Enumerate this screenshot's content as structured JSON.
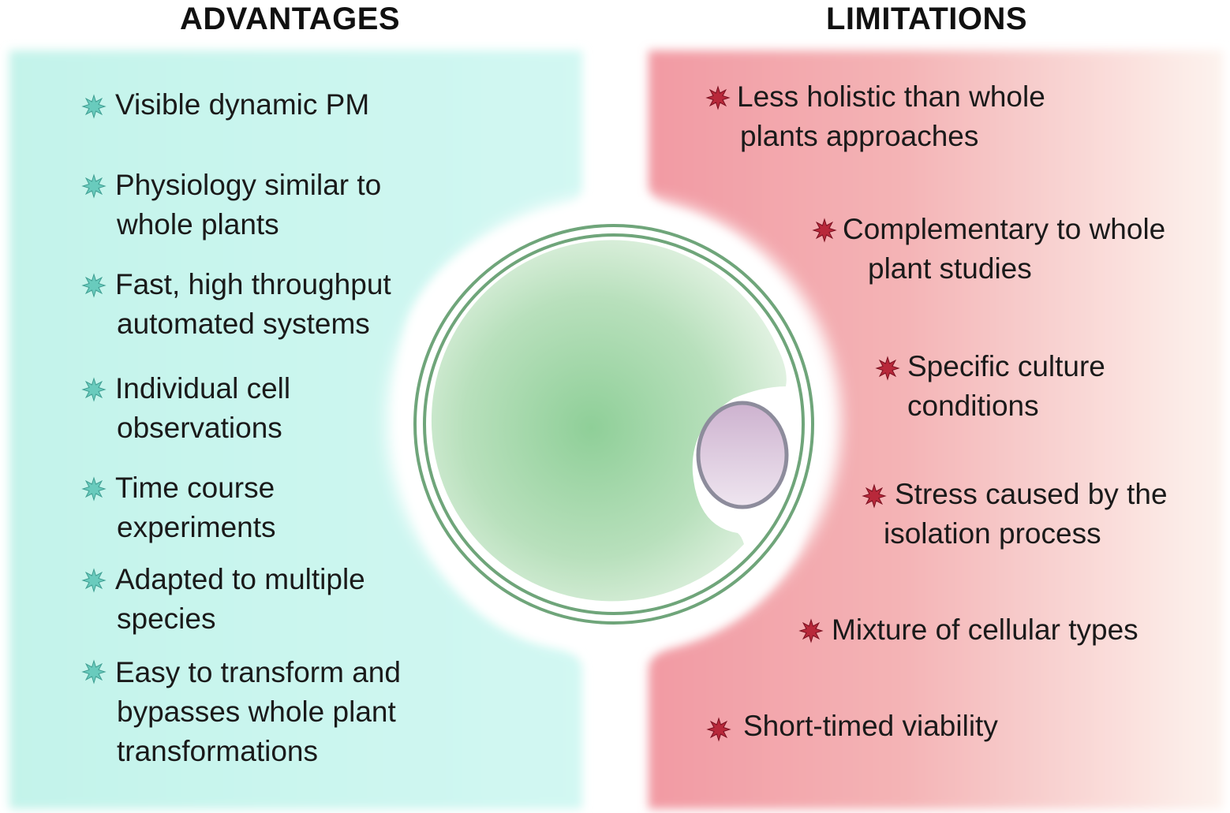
{
  "advantages": {
    "heading": "ADVANTAGES",
    "color": "#c8f6ee",
    "star_color": "#69cbbd",
    "items": [
      {
        "lines": [
          "Visible dynamic PM"
        ]
      },
      {
        "lines": [
          "Physiology similar to",
          "whole plants"
        ]
      },
      {
        "lines": [
          "Fast, high throughput",
          "automated systems"
        ]
      },
      {
        "lines": [
          "Individual cell",
          "observations"
        ]
      },
      {
        "lines": [
          "Time course",
          "experiments"
        ]
      },
      {
        "lines": [
          "Adapted to multiple",
          "species"
        ]
      },
      {
        "lines": [
          "Easy to transform and",
          "bypasses whole plant",
          "transformations"
        ]
      }
    ]
  },
  "limitations": {
    "heading": "LIMITATIONS",
    "color": "#f0a0a8",
    "star_color": "#b8283a",
    "items": [
      {
        "lines": [
          "Less holistic than whole",
          "plants approaches"
        ]
      },
      {
        "lines": [
          "Complementary to whole",
          "plant studies"
        ]
      },
      {
        "lines": [
          "Specific culture",
          "conditions"
        ]
      },
      {
        "lines": [
          "Stress caused by the",
          "isolation process"
        ]
      },
      {
        "lines": [
          "Mixture of cellular types"
        ]
      },
      {
        "lines": [
          "Short-timed viability"
        ]
      }
    ]
  },
  "cell": {
    "wall_color": "#6fa57a",
    "cytoplasm_color": "#8fcf98",
    "nucleus_color": "#d9c3d9",
    "nucleus_border": "#8a8a9a"
  }
}
